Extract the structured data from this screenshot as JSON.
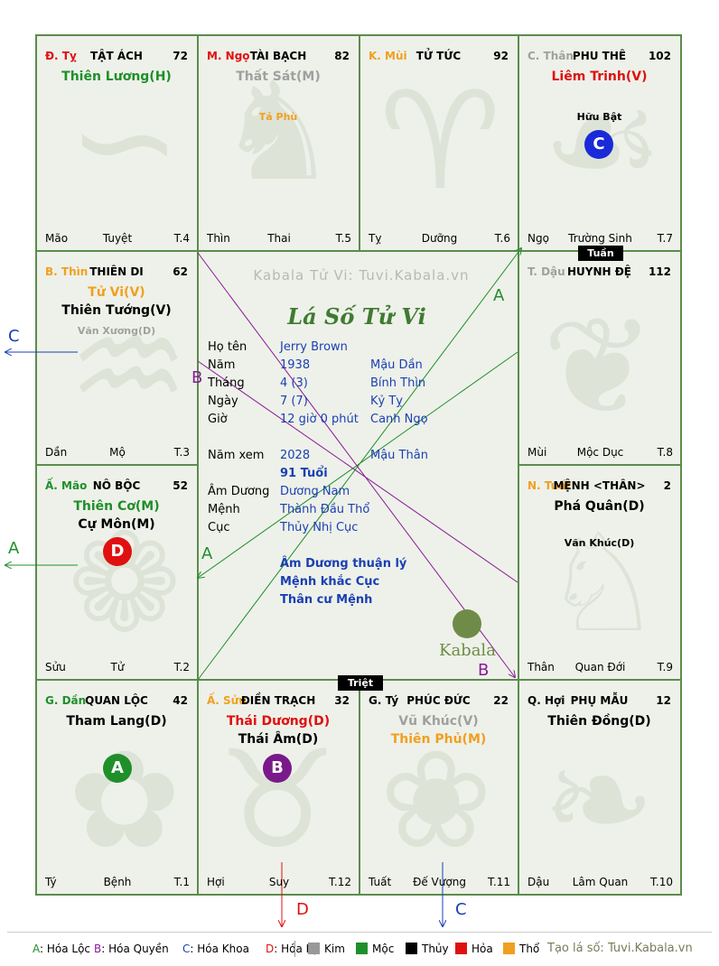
{
  "cells": [
    {
      "key": "ty",
      "can": "Đ. Tỵ",
      "can_color": "#e01010",
      "house": "TẬT ÁCH",
      "age": "72",
      "main": [
        {
          "t": "Thiên Lương(H)",
          "c": "#1f8f2a"
        }
      ],
      "minor": [],
      "left": "Mão",
      "mid": "Tuyệt",
      "right": "T.4"
    },
    {
      "key": "ngo",
      "can": "M. Ngọ",
      "can_color": "#e01010",
      "house": "TÀI BẠCH",
      "age": "82",
      "main": [
        {
          "t": "Thất Sát(M)",
          "c": "#a0a0a0"
        }
      ],
      "minor": [
        {
          "t": "Tả Phù",
          "c": "#f0a020"
        }
      ],
      "left": "Thìn",
      "mid": "Thai",
      "right": "T.5"
    },
    {
      "key": "mui",
      "can": "K. Mùi",
      "can_color": "#f0a020",
      "house": "TỬ TỨC",
      "age": "92",
      "main": [],
      "minor": [],
      "left": "Tỵ",
      "mid": "Dưỡng",
      "right": "T.6"
    },
    {
      "key": "than",
      "can": "C. Thân",
      "can_color": "#a0a0a0",
      "house": "PHU THÊ",
      "age": "102",
      "main": [
        {
          "t": "Liêm Trinh(V)",
          "c": "#e01010"
        }
      ],
      "minor": [
        {
          "t": "Hữu Bật",
          "c": "#000000"
        }
      ],
      "left": "Ngọ",
      "mid": "Trường Sinh",
      "right": "T.7"
    },
    {
      "key": "dau",
      "can": "T. Dậu",
      "can_color": "#a0a0a0",
      "house": "HUYNH ĐỆ",
      "age": "112",
      "main": [],
      "minor": [],
      "left": "Mùi",
      "mid": "Mộc Dục",
      "right": "T.8"
    },
    {
      "key": "tuat",
      "can": "N. Tuất",
      "can_color": "#f0a020",
      "house": "MỆNH <THÂN>",
      "age": "2",
      "main": [
        {
          "t": "Phá Quân(D)",
          "c": "#000000"
        }
      ],
      "minor": [
        {
          "t": "Văn Khúc(D)",
          "c": "#000000"
        }
      ],
      "left": "Thân",
      "mid": "Quan Đới",
      "right": "T.9"
    },
    {
      "key": "hoi",
      "can": "Q. Hợi",
      "can_color": "#000000",
      "house": "PHỤ MẪU",
      "age": "12",
      "main": [
        {
          "t": "Thiên Đồng(D)",
          "c": "#000000"
        }
      ],
      "minor": [],
      "left": "Dậu",
      "mid": "Lâm Quan",
      "right": "T.10"
    },
    {
      "key": "tys",
      "can": "G. Tý",
      "can_color": "#000000",
      "house": "PHÚC ĐỨC",
      "age": "22",
      "main": [
        {
          "t": "Vũ Khúc(V)",
          "c": "#a0a0a0"
        },
        {
          "t": "Thiên Phủ(M)",
          "c": "#f0a020"
        }
      ],
      "minor": [],
      "left": "Tuất",
      "mid": "Đế Vượng",
      "right": "T.11"
    },
    {
      "key": "suu",
      "can": "Ấ. Sửu",
      "can_color": "#f0a020",
      "house": "ĐIỀN TRẠCH",
      "age": "32",
      "main": [
        {
          "t": "Thái Dương(D)",
          "c": "#e01010"
        },
        {
          "t": "Thái Âm(D)",
          "c": "#000000"
        }
      ],
      "minor": [],
      "left": "Hợi",
      "mid": "Suy",
      "right": "T.12"
    },
    {
      "key": "dan",
      "can": "G. Dần",
      "can_color": "#1f8f2a",
      "house": "QUAN LỘC",
      "age": "42",
      "main": [
        {
          "t": "Tham Lang(D)",
          "c": "#000000"
        }
      ],
      "minor": [],
      "left": "Tý",
      "mid": "Bệnh",
      "right": "T.1"
    },
    {
      "key": "mao",
      "can": "Ấ. Mão",
      "can_color": "#1f8f2a",
      "house": "NÔ BỘC",
      "age": "52",
      "main": [
        {
          "t": "Thiên Cơ(M)",
          "c": "#1f8f2a"
        },
        {
          "t": "Cự Môn(M)",
          "c": "#000000"
        }
      ],
      "minor": [],
      "left": "Sửu",
      "mid": "Tử",
      "right": "T.2"
    },
    {
      "key": "thin",
      "can": "B. Thìn",
      "can_color": "#f0a020",
      "house": "THIÊN DI",
      "age": "62",
      "main": [
        {
          "t": "Tử Vi(V)",
          "c": "#f0a020"
        },
        {
          "t": "Thiên Tướng(V)",
          "c": "#000000"
        }
      ],
      "minor": [
        {
          "t": "Văn Xương(D)",
          "c": "#a0a0a0"
        }
      ],
      "left": "Dần",
      "mid": "Mộ",
      "right": "T.3"
    }
  ],
  "markers": {
    "a": "A",
    "b": "B",
    "c": "C",
    "d": "D"
  },
  "tags": {
    "tuan": "Tuần",
    "triet": "Triệt"
  },
  "center": {
    "watermark": "Kabala Tử Vi: Tuvi.Kabala.vn",
    "title": "Lá Số Tử Vi",
    "rows": [
      {
        "label": "Họ tên",
        "v1": "Jerry Brown",
        "v2": ""
      },
      {
        "label": "Năm",
        "v1": "1938",
        "v2": "Mậu Dần"
      },
      {
        "label": "Tháng",
        "v1": "4  (3)",
        "v2": "Bính Thìn"
      },
      {
        "label": "Ngày",
        "v1": "7  (7)",
        "v2": "Kỷ Tỵ"
      },
      {
        "label": "Giờ",
        "v1": "12 giờ 0 phút",
        "v2": "Canh Ngọ"
      }
    ],
    "year_view": {
      "label": "Năm xem",
      "v1": "2028",
      "v2": "Mậu Thân"
    },
    "age": "91 Tuổi",
    "rows2": [
      {
        "label": "Âm Dương",
        "v1": "Dương Nam"
      },
      {
        "label": "Mệnh",
        "v1": "Thành Đầu Thổ"
      },
      {
        "label": "Cục",
        "v1": "Thủy Nhị Cục"
      }
    ],
    "notes": [
      "Âm Dương thuận lý",
      "Mệnh khắc Cục",
      "Thân cư Mệnh"
    ],
    "logo": "Kabala"
  },
  "edge_letters": {
    "c_left": "C",
    "a_left": "A",
    "d_bottom": "D",
    "c_bottom": "C",
    "a_line1": "A",
    "a_line2": "A",
    "b_line1": "B",
    "b_line2": "B"
  },
  "legend": {
    "items": [
      {
        "key": "A",
        "label": ": Hóa Lộc",
        "color": "#1f8f2a"
      },
      {
        "key": "B",
        "label": ": Hóa Quyền",
        "color": "#8a1a9a"
      },
      {
        "key": "C",
        "label": ": Hóa Khoa",
        "color": "#1a3fb4"
      },
      {
        "key": "D",
        "label": ": Hóa Kị",
        "color": "#e01010"
      }
    ],
    "elements": [
      {
        "label": "Kim",
        "color": "#999999"
      },
      {
        "label": "Mộc",
        "color": "#1f8f2a"
      },
      {
        "label": "Thủy",
        "color": "#000000"
      },
      {
        "label": "Hỏa",
        "color": "#e01010"
      },
      {
        "label": "Thổ",
        "color": "#f0a020"
      }
    ],
    "site": "Tạo lá số: Tuvi.Kabala.vn"
  },
  "colors": {
    "grid": "#5c8c4e",
    "green": "#1f8f2a",
    "purple": "#8a1a9a",
    "blue": "#1a3fb4",
    "red": "#e01010"
  }
}
